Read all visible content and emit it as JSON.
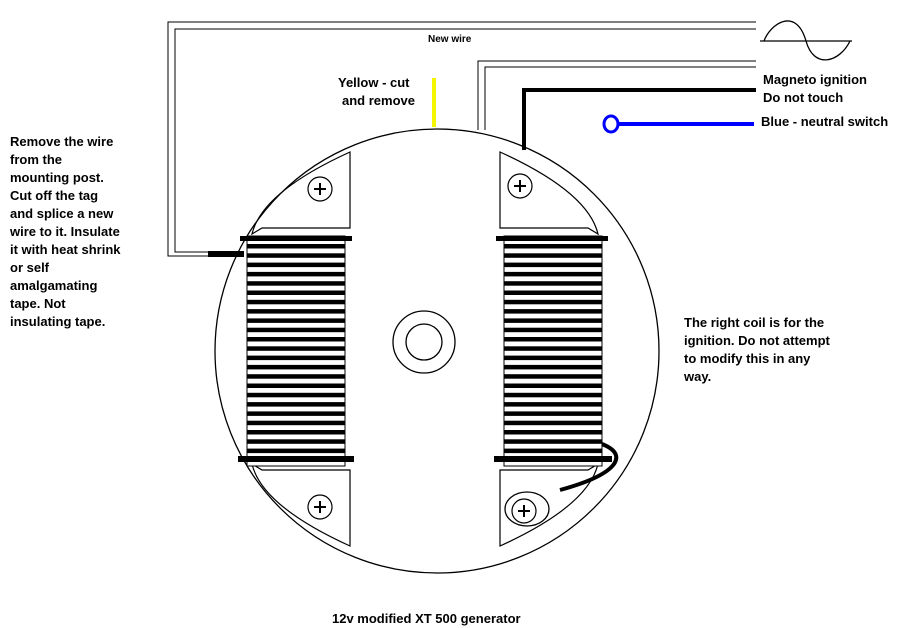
{
  "labels": {
    "new_wire": "New wire",
    "yellow_line1": "Yellow - cut",
    "yellow_line2": "and remove",
    "magneto_line1": "Magneto ignition",
    "magneto_line2": "Do not touch",
    "blue": "Blue - neutral switch",
    "left_note": [
      "Remove the wire",
      "from the",
      "mounting post.",
      "Cut off the tag",
      "and splice a new",
      "wire to it. Insulate",
      "it with heat shrink",
      "or self",
      "amalgamating",
      "tape. Not",
      "insulating tape."
    ],
    "right_note": [
      "The right coil is for the",
      "ignition. Do not attempt",
      "to modify this in any",
      "way."
    ],
    "caption": "12v modified XT 500 generator"
  },
  "colors": {
    "yellow_wire": "#f5f500",
    "blue_wire": "#0000ff",
    "black": "#000000"
  },
  "icons": {
    "ac_wave": "sine-wave-icon",
    "screw": "plus-screw-icon"
  }
}
